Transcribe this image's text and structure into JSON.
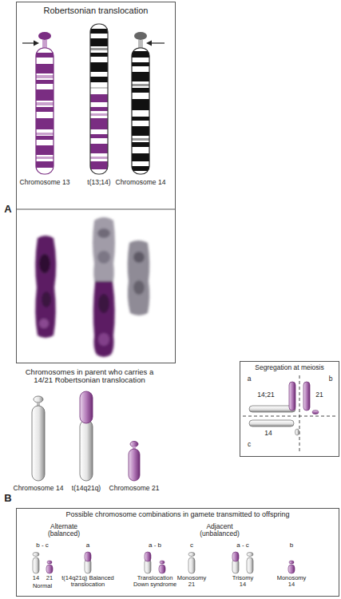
{
  "diagram": {
    "nodes": [
      {
        "text": [
          "Robertsonian translocation"
        ]
      },
      {
        "text": [
          "Segregation at meiosis"
        ]
      },
      {
        "text": [
          "Possible chromosome combinations in gamete transmitted to offspring"
        ]
      }
    ],
    "labels": [
      "Chromosome 13",
      "t(13;14)",
      "Chromosome 14",
      "A",
      "Chromosomes in parent who carries a 14/21 Robertsonian translocation",
      "Chromosome 14",
      "t(14q21q)",
      "Chromosome 21",
      "B",
      "a",
      "b",
      "14;21",
      "21",
      "c",
      "14",
      "Alternate (balanced)",
      "Adjacent (unbalanced)",
      "b - c",
      "a",
      "a - b",
      "c",
      "a - c",
      "b",
      "14",
      "21",
      "Normal",
      "t(14q21q) Balanced translocation",
      "Translocation Down syndrome",
      "Monosomy 21",
      "Trisomy 14",
      "Monosomy 14"
    ]
  }
}
